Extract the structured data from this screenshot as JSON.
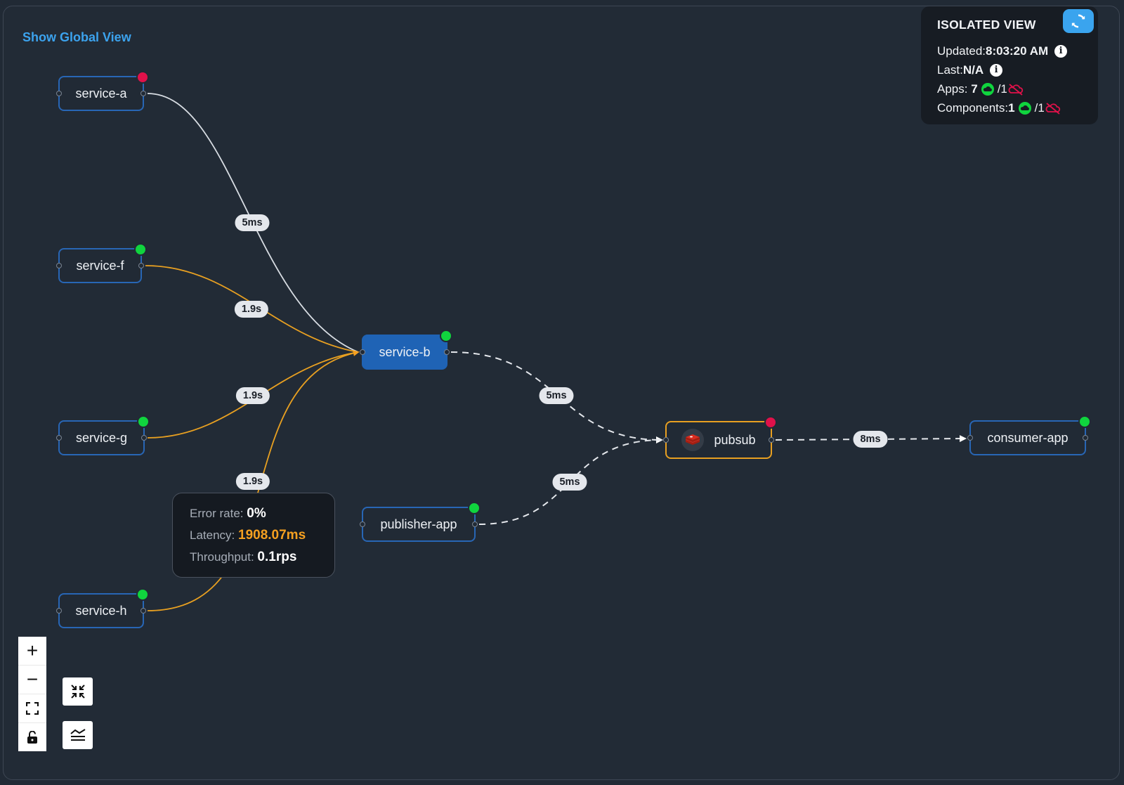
{
  "header": {
    "global_view_link": "Show Global View"
  },
  "status_panel": {
    "title": "ISOLATED VIEW",
    "updated_label": "Updated:",
    "updated_value": "8:03:20 AM",
    "last_label": "Last:",
    "last_value": "N/A",
    "apps_label": "Apps:",
    "apps_healthy": "7",
    "apps_unhealthy": "/1",
    "components_label": "Components:",
    "components_healthy": "1",
    "components_unhealthy": "/1",
    "refresh_icon": "refresh-icon",
    "info_glyph": "i"
  },
  "nodes": [
    {
      "id": "service-a",
      "label": "service-a",
      "status": "unhealthy"
    },
    {
      "id": "service-f",
      "label": "service-f",
      "status": "healthy"
    },
    {
      "id": "service-g",
      "label": "service-g",
      "status": "healthy"
    },
    {
      "id": "service-h",
      "label": "service-h",
      "status": "healthy"
    },
    {
      "id": "service-b",
      "label": "service-b",
      "status": "healthy",
      "selected": true
    },
    {
      "id": "publisher-app",
      "label": "publisher-app",
      "status": "healthy"
    },
    {
      "id": "pubsub",
      "label": "pubsub",
      "status": "unhealthy",
      "type": "component",
      "icon": "redis-icon"
    },
    {
      "id": "consumer-app",
      "label": "consumer-app",
      "status": "healthy"
    }
  ],
  "edges": [
    {
      "from": "service-a",
      "to": "service-b",
      "label": "5ms",
      "style": "solid-white"
    },
    {
      "from": "service-f",
      "to": "service-b",
      "label": "1.9s",
      "style": "solid-orange"
    },
    {
      "from": "service-g",
      "to": "service-b",
      "label": "1.9s",
      "style": "solid-orange"
    },
    {
      "from": "service-h",
      "to": "service-b",
      "label": "1.9s",
      "style": "solid-orange"
    },
    {
      "from": "service-b",
      "to": "pubsub",
      "label": "5ms",
      "style": "dashed"
    },
    {
      "from": "publisher-app",
      "to": "pubsub",
      "label": "5ms",
      "style": "dashed"
    },
    {
      "from": "pubsub",
      "to": "consumer-app",
      "label": "8ms",
      "style": "dashed"
    }
  ],
  "tooltip": {
    "error_rate_label": "Error rate:",
    "error_rate_value": "0%",
    "latency_label": "Latency:",
    "latency_value": "1908.07ms",
    "throughput_label": "Throughput:",
    "throughput_value": "0.1rps"
  },
  "controls": {
    "zoom_in": "+",
    "zoom_out": "−",
    "fit_view": "fit-view-icon",
    "lock": "unlock-icon",
    "collapse": "collapse-icon",
    "layout": "layout-icon"
  },
  "colors": {
    "healthy": "#10d43e",
    "unhealthy": "#e0114a",
    "accent": "#3ca3ee",
    "warn": "#f5a020",
    "node_border": "#2866b5"
  }
}
